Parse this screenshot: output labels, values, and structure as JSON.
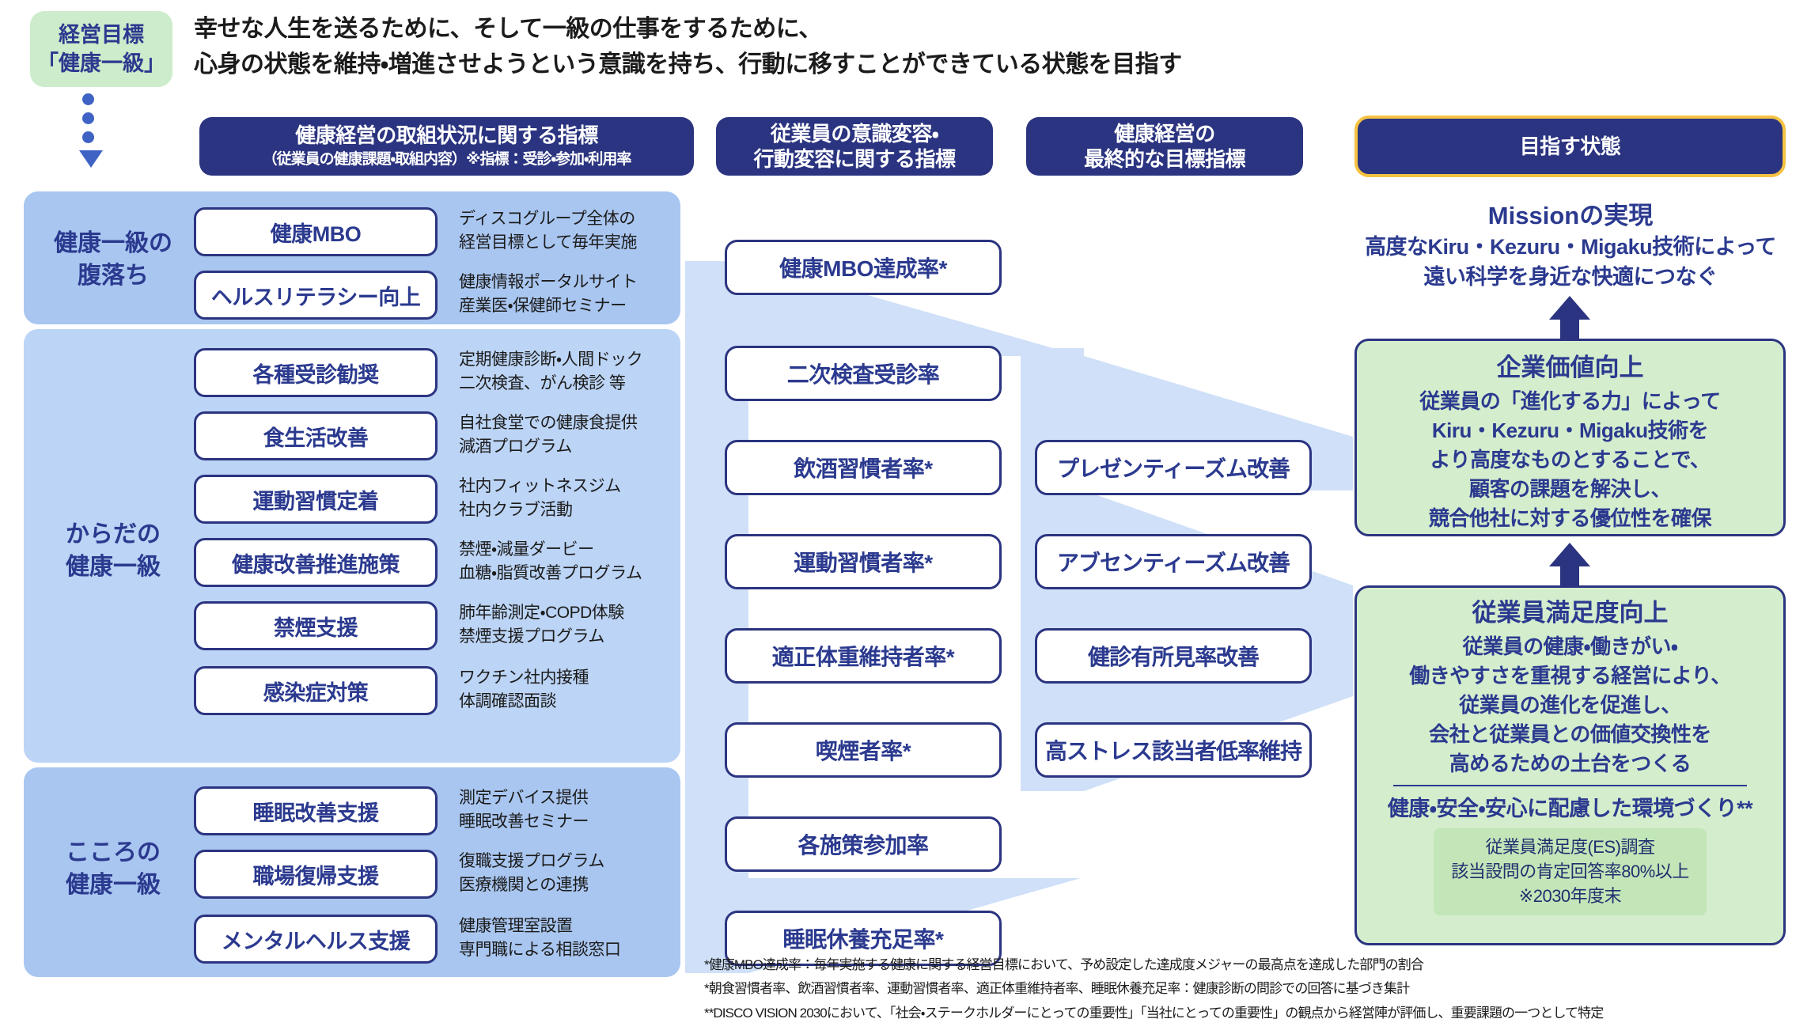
{
  "goal": {
    "badge_line1": "経営目標",
    "badge_line2": "「健康一級」",
    "text_line1": "幸せな人生を送るために、そして一級の仕事をするために、",
    "text_line2": "心身の状態を維持・増進させようという意識を持ち、行動に移すことができている状態を目指す"
  },
  "banners": {
    "a_title": "健康経営の取組状況に関する指標",
    "a_sub": "（従業員の健康課題・取組内容）※指標：受診・参加・利用率",
    "b_title_1": "従業員の意識変容・",
    "b_title_2": "行動変容に関する指標",
    "c_title_1": "健康経営の",
    "c_title_2": "最終的な目標指標",
    "d_title": "目指す状態"
  },
  "groups": [
    {
      "label_1": "健康一級の",
      "label_2": "腹落ち"
    },
    {
      "label_1": "からだの",
      "label_2": "健康一級"
    },
    {
      "label_1": "こころの",
      "label_2": "健康一級"
    }
  ],
  "measures": [
    {
      "name": "健康MBO",
      "desc_1": "ディスコグループ全体の",
      "desc_2": "経営目標として毎年実施"
    },
    {
      "name": "ヘルスリテラシー向上",
      "desc_1": "健康情報ポータルサイト",
      "desc_2": "産業医・保健師セミナー"
    },
    {
      "name": "各種受診勧奨",
      "desc_1": "定期健康診断・人間ドック",
      "desc_2": "二次検査、がん検診 等"
    },
    {
      "name": "食生活改善",
      "desc_1": "自社食堂での健康食提供",
      "desc_2": "減酒プログラム"
    },
    {
      "name": "運動習慣定着",
      "desc_1": "社内フィットネスジム",
      "desc_2": "社内クラブ活動"
    },
    {
      "name": "健康改善推進施策",
      "desc_1": "禁煙・減量ダービー",
      "desc_2": "血糖・脂質改善プログラム"
    },
    {
      "name": "禁煙支援",
      "desc_1": "肺年齢測定・COPD体験",
      "desc_2": "禁煙支援プログラム"
    },
    {
      "name": "感染症対策",
      "desc_1": "ワクチン社内接種",
      "desc_2": "体調確認面談"
    },
    {
      "name": "睡眠改善支援",
      "desc_1": "測定デバイス提供",
      "desc_2": "睡眠改善セミナー"
    },
    {
      "name": "職場復帰支援",
      "desc_1": "復職支援プログラム",
      "desc_2": "医療機関との連携"
    },
    {
      "name": "メンタルヘルス支援",
      "desc_1": "健康管理室設置",
      "desc_2": "専門職による相談窓口"
    }
  ],
  "behavior_indicators": [
    {
      "label": "健康MBO達成率*"
    },
    {
      "label": "二次検査受診率"
    },
    {
      "label": "飲酒習慣者率*"
    },
    {
      "label": "運動習慣者率*"
    },
    {
      "label": "適正体重維持者率*"
    },
    {
      "label": "喫煙者率*"
    },
    {
      "label": "各施策参加率"
    },
    {
      "label": "睡眠休養充足率*"
    }
  ],
  "final_indicators": [
    {
      "label": "プレゼンティーズム改善"
    },
    {
      "label": "アブセンティーズム改善"
    },
    {
      "label": "健診有所見率改善"
    },
    {
      "label": "高ストレス該当者低率維持"
    }
  ],
  "mission": {
    "title": "Missionの実現",
    "body_1": "高度なKiru・Kezuru・Migaku技術によって",
    "body_2": "遠い科学を身近な快適につなぐ"
  },
  "corporate_value": {
    "title": "企業価値向上",
    "lines": [
      "従業員の「進化する力」によって",
      "Kiru・Kezuru・Migaku技術を",
      "より高度なものとすることで、",
      "顧客の課題を解決し、",
      "競合他社に対する優位性を確保"
    ]
  },
  "employee_satisfaction": {
    "title": "従業員満足度向上",
    "lines": [
      "従業員の健康・働きがい・",
      "働きやすさを重視する経営により、",
      "従業員の進化を促進し、",
      "会社と従業員との価値交換性を",
      "高めるための土台をつくる"
    ],
    "sub": "健康・安全・安心に配慮した環境づくり**",
    "inner_1": "従業員満足度(ES)調査",
    "inner_2": "該当設問の肯定回答率80%以上",
    "inner_3": "※2030年度末"
  },
  "footnotes": {
    "f1": "*健康MBO達成率：毎年実施する健康に関する経営目標において、予め設定した達成度メジャーの最高点を達成した部門の割合",
    "f2": "*朝食習慣者率、飲酒習慣者率、運動習慣者率、適正体重維持者率、睡眠休養充足率：健康診断の問診での回答に基づき集計",
    "f3": "**DISCO VISION 2030において、「社会・ステークホルダーにとっての重要性」「当社にとっての重要性」の観点から経営陣が評価し、重要課題の一つとして特定"
  },
  "colors": {
    "navy": "#2b3480",
    "green_card": "#d4edcd",
    "badge_green": "#cdeccb",
    "panel_blue_dark": "#a9c6f0",
    "panel_blue_light": "#bcd4f5",
    "funnel_blue": "#cfe0f8",
    "accent_gold": "#f5c242"
  }
}
